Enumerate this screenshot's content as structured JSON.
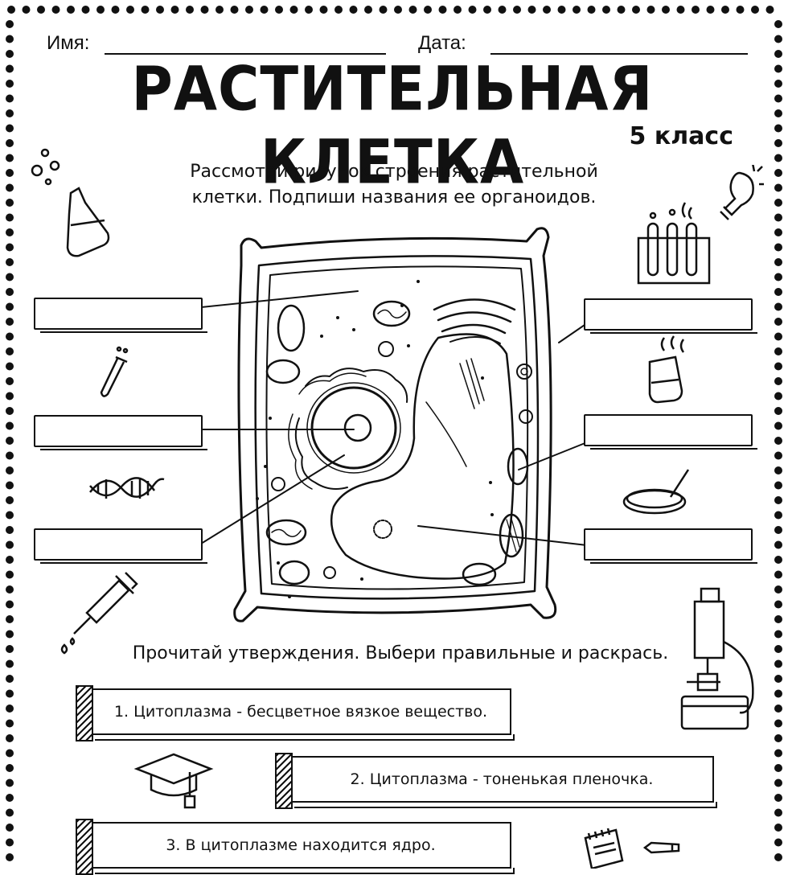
{
  "header": {
    "name_label": "Имя:",
    "date_label": "Дата:"
  },
  "title": "РАСТИТЕЛЬНАЯ КЛЕТКА",
  "grade": "5 класс",
  "instruction": {
    "line1": "Рассмотри рисунок строения растительной",
    "line2": "клетки. Подпиши названия ее органоидов."
  },
  "label_boxes": {
    "left": [
      "",
      "",
      ""
    ],
    "right": [
      "",
      "",
      ""
    ]
  },
  "task": "Прочитай утверждения. Выбери правильные и раскрась.",
  "statements": [
    "1. Цитоплазма - бесцветное вязкое вещество.",
    "2. Цитоплазма - тоненькая пленочка.",
    "3. В цитоплазме находится ядро."
  ],
  "icons": [
    "flask-icon",
    "lightbulb-icon",
    "test-tubes-icon",
    "test-tube-icon",
    "beaker-icon",
    "dna-icon",
    "petri-dish-icon",
    "syringe-icon",
    "microscope-icon",
    "graduation-cap-icon",
    "notepad-icon",
    "pencil-icon"
  ]
}
